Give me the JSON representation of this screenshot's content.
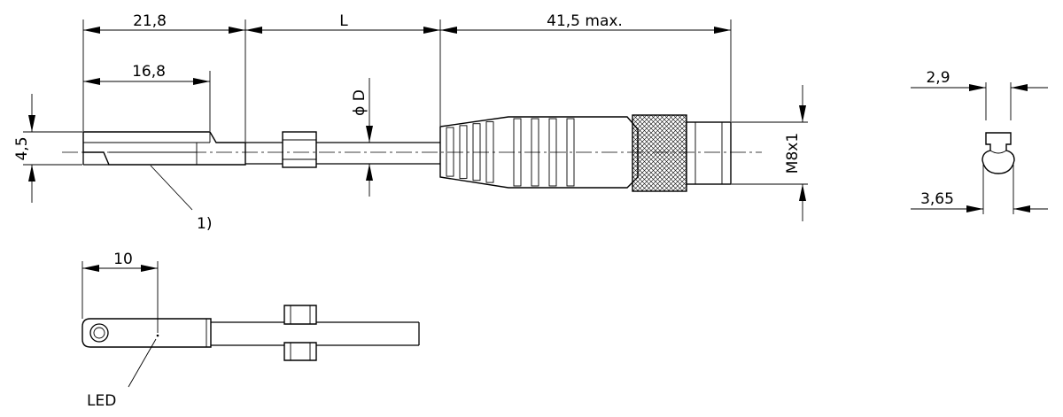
{
  "dimensions": {
    "length_front": "21,8",
    "length_inner": "16,8",
    "cable_length": "L",
    "connector_length": "41,5 max.",
    "height": "4,5",
    "cable_diameter": "ϕ D",
    "thread": "M8x1",
    "led_position": "10",
    "width_top": "2,9",
    "width_bottom": "3,65"
  },
  "callouts": {
    "note_ref": "1)",
    "led": "LED"
  }
}
